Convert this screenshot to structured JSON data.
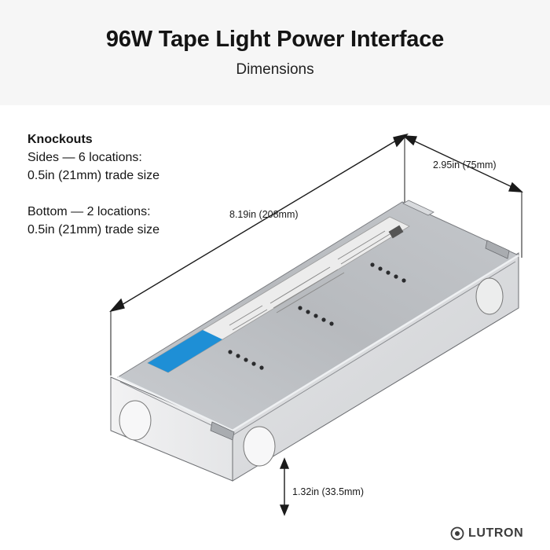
{
  "header": {
    "title": "96W Tape Light Power Interface",
    "subtitle": "Dimensions"
  },
  "knockouts": {
    "heading": "Knockouts",
    "sides_line1": "Sides — 6 locations:",
    "sides_line2": "0.5in (21mm) trade size",
    "bottom_line1": "Bottom — 2 locations:",
    "bottom_line2": "0.5in (21mm) trade size"
  },
  "dimensions": {
    "length": "8.19in (208mm)",
    "width": "2.95in (75mm)",
    "height": "1.32in (33.5mm)"
  },
  "brand": {
    "name": "LUTRON"
  },
  "colors": {
    "header_bg": "#f6f6f6",
    "label_blue": "#1e8fd6",
    "metal_top": "#bfc2c6",
    "metal_side": "#d5d7da"
  }
}
